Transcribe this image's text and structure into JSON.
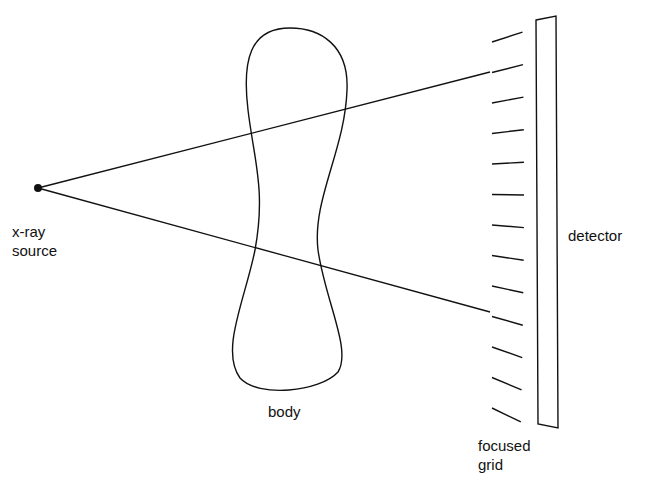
{
  "diagram": {
    "labels": [
      "x-ray source",
      "body",
      "detector",
      "focused grid"
    ]
  }
}
